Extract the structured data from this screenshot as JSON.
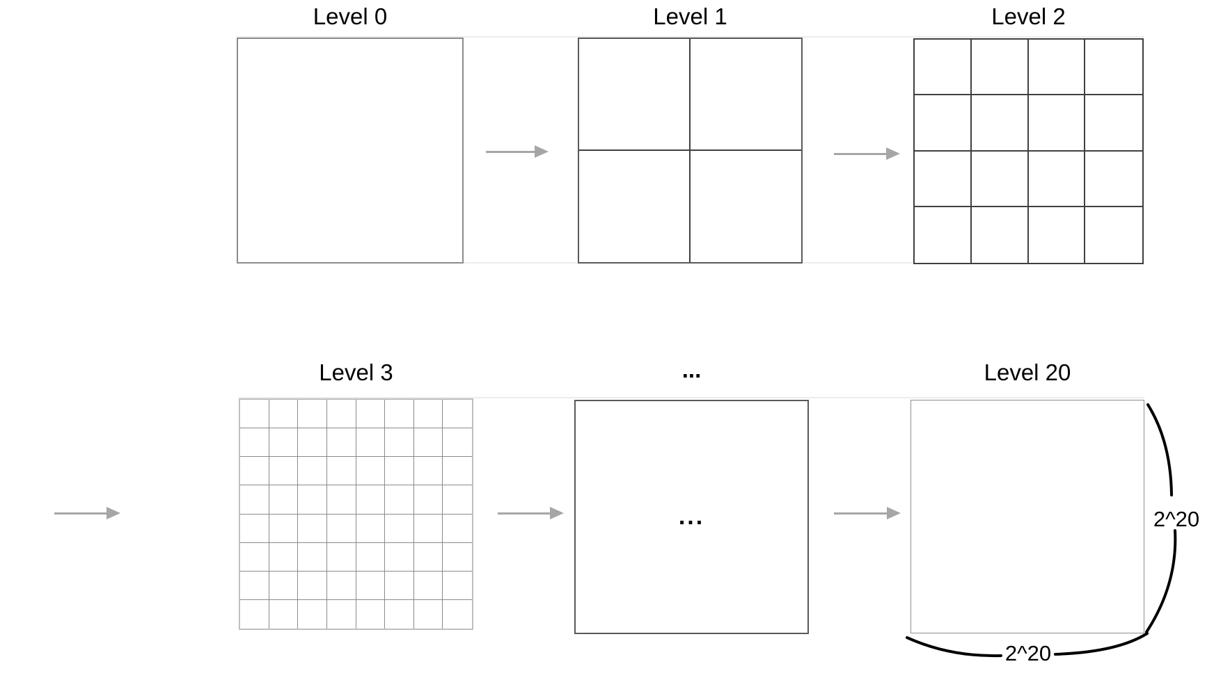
{
  "diagram": {
    "panels": [
      {
        "id": "level-0",
        "label": "Level 0",
        "divisions": 1
      },
      {
        "id": "level-1",
        "label": "Level 1",
        "divisions": 2
      },
      {
        "id": "level-2",
        "label": "Level 2",
        "divisions": 4
      },
      {
        "id": "level-3",
        "label": "Level 3",
        "divisions": 8
      },
      {
        "id": "ellipsis",
        "label": "...",
        "divisions": 1,
        "center_text": "..."
      },
      {
        "id": "level-20",
        "label": "Level 20",
        "divisions": 1
      }
    ],
    "level20_annotations": {
      "height_label": "2^20",
      "width_label": "2^20"
    },
    "colors": {
      "arrow": "#a6a6a6",
      "brace": "#000000",
      "dark_grid_line": "#3f3f3f",
      "light_grid_line": "#8a8a8a",
      "level0_border": "#8c8c8c",
      "level3_border": "#bfbfbf",
      "level20_border": "#8e8e8e"
    }
  }
}
